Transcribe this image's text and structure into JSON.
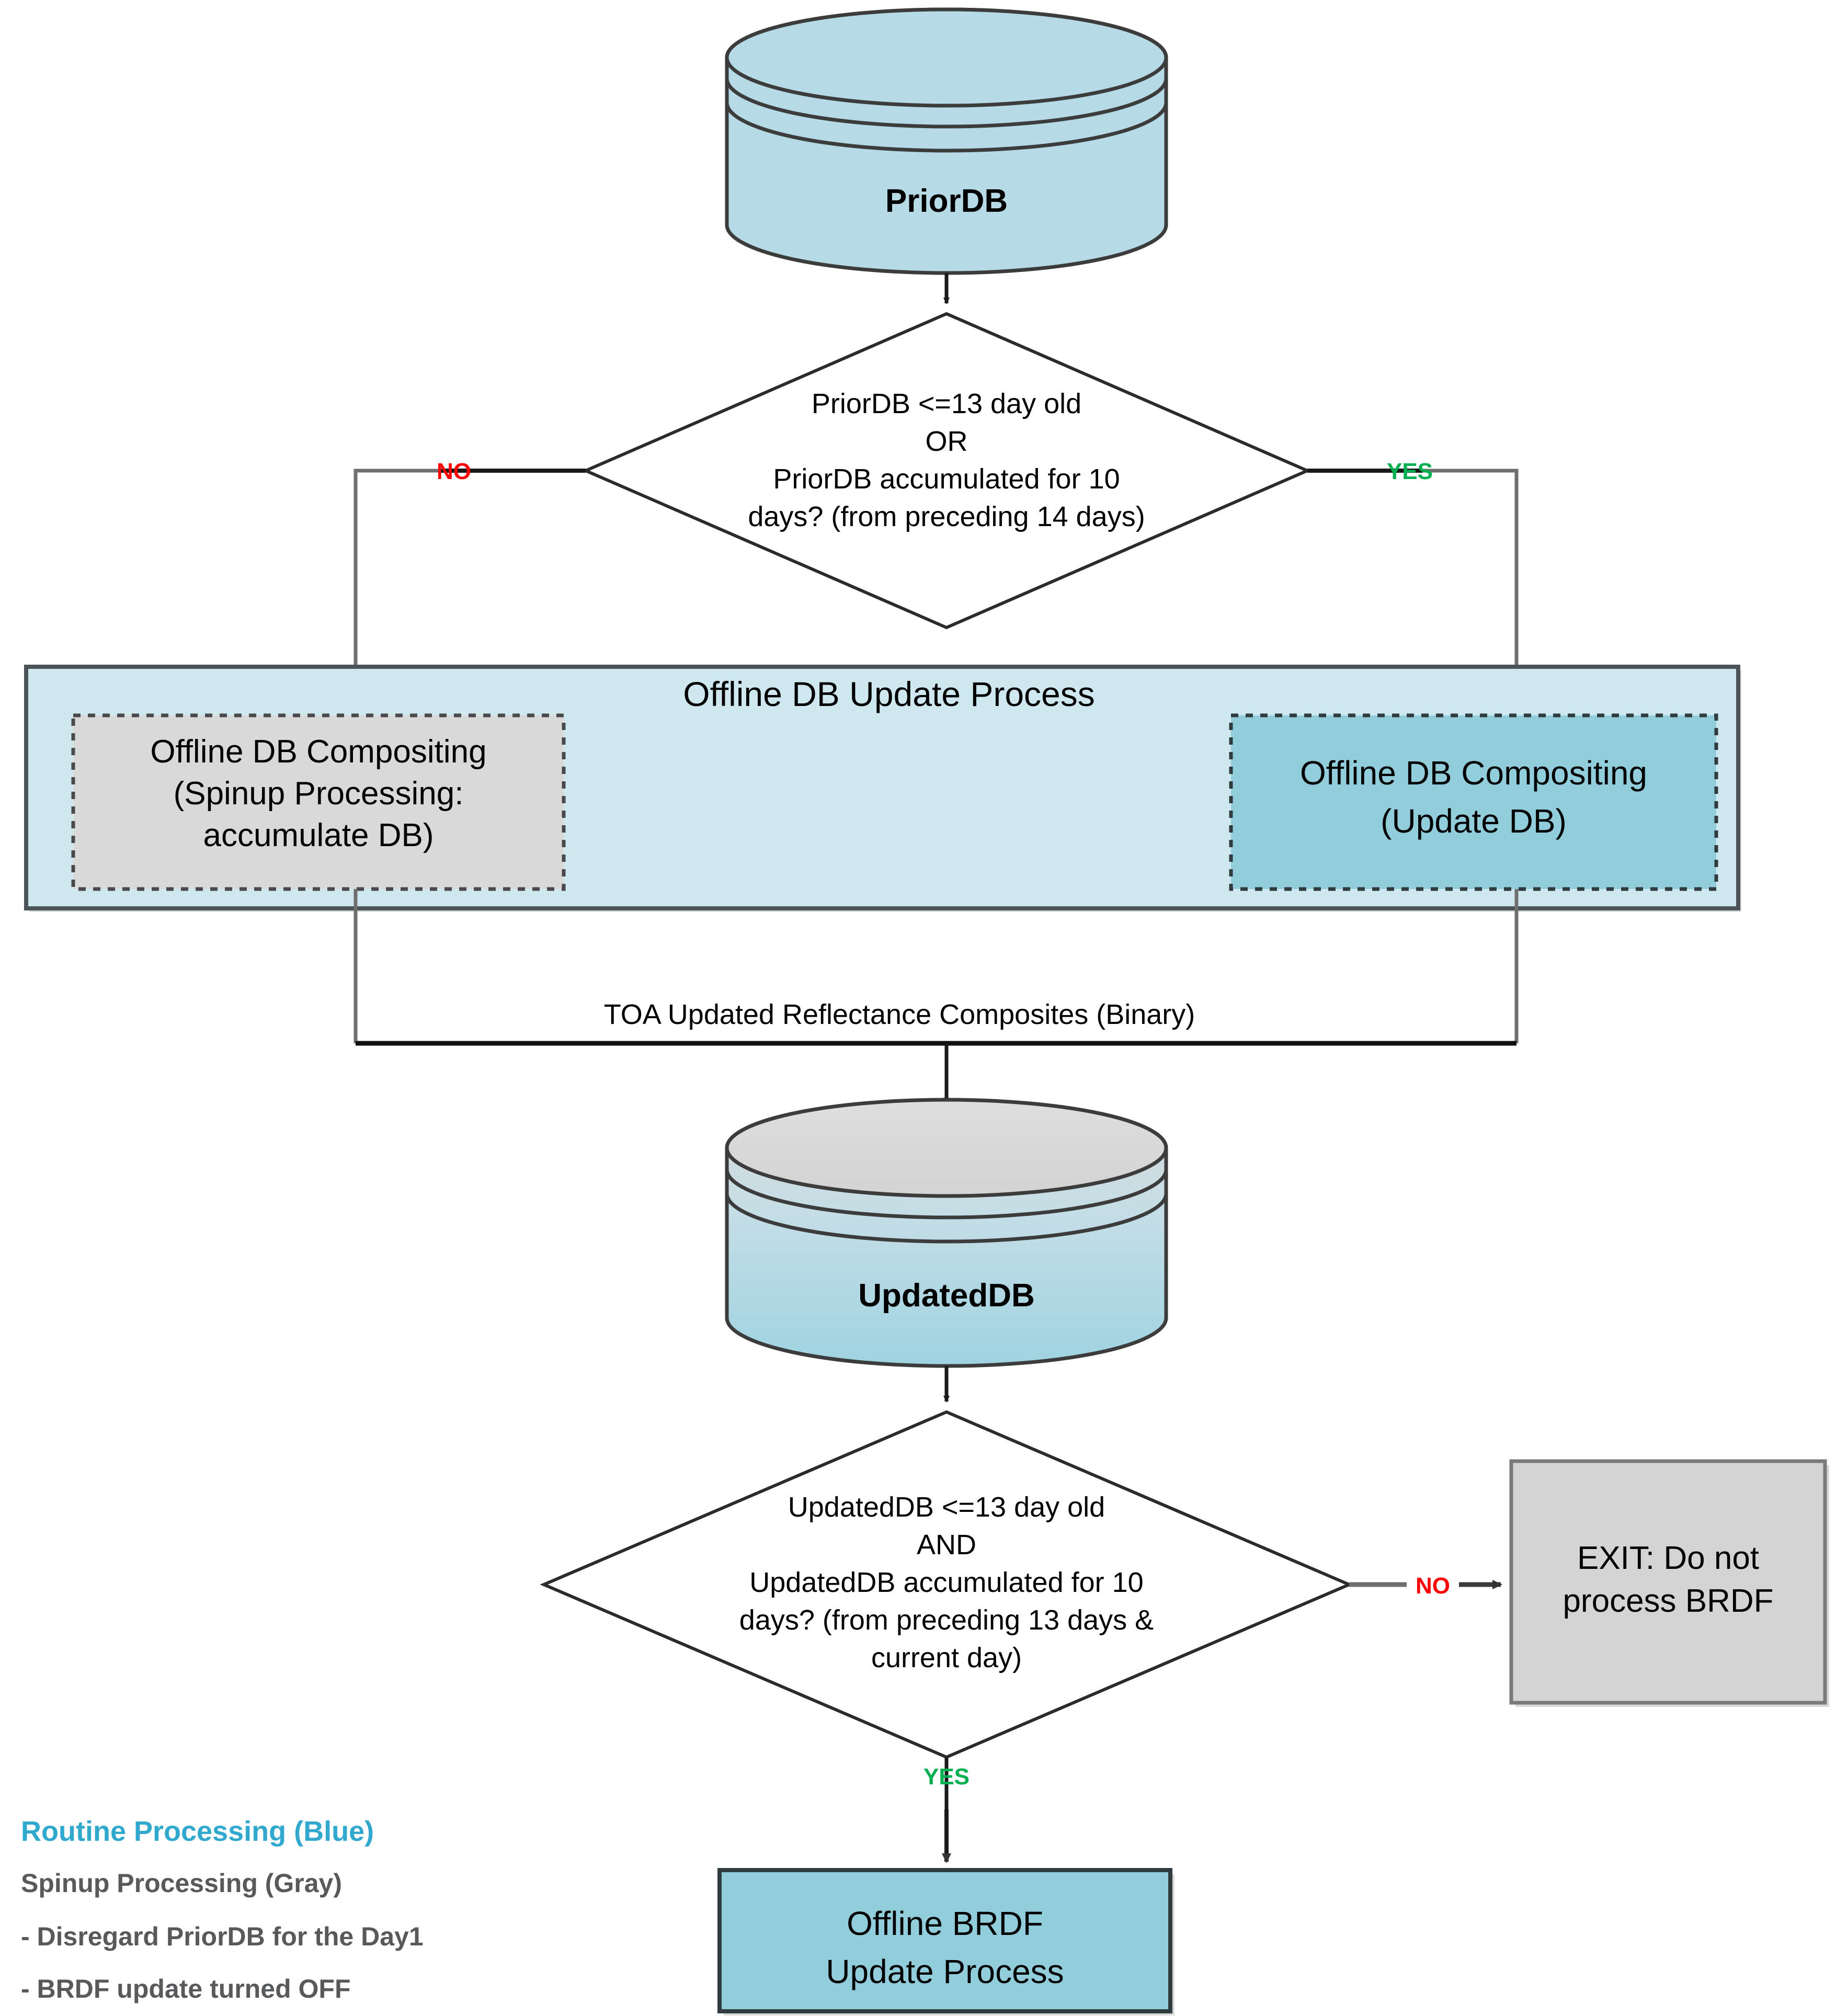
{
  "diagram": {
    "title": "Offline DB Update Process Flowchart",
    "colors": {
      "db_blue": "#b6dbe6",
      "db_gray_top": "#d9d9d9",
      "process_teal": "#92cddc",
      "container_bg": "#cfe7ef",
      "spinup_gray": "#d9d9d9",
      "exit_gray": "#d4d4d4",
      "yes_green": "#00B050",
      "no_red": "#FF0000",
      "legend_blue": "#31A8CE",
      "legend_gray": "#58595B",
      "stroke": "#404040"
    },
    "nodes": {
      "prior_db": {
        "label": "PriorDB",
        "shape": "cylinder"
      },
      "decision_1": {
        "shape": "diamond",
        "lines": [
          "PriorDB <=13 day old",
          "OR",
          "PriorDB accumulated for 10",
          "days? (from preceding 14 days)"
        ]
      },
      "container": {
        "label": "Offline DB Update Process",
        "shape": "group-box"
      },
      "spinup_box": {
        "shape": "dashed-rect",
        "lines": [
          "Offline DB Compositing",
          "(Spinup Processing:",
          "accumulate DB)"
        ]
      },
      "update_box": {
        "shape": "dashed-rect",
        "lines": [
          "Offline DB Compositing",
          "(Update DB)"
        ]
      },
      "updated_db": {
        "label": "UpdatedDB",
        "shape": "cylinder"
      },
      "decision_2": {
        "shape": "diamond",
        "lines": [
          "UpdatedDB <=13 day old",
          "AND",
          "UpdatedDB accumulated for 10",
          "days? (from preceding 13 days &",
          "current day)"
        ]
      },
      "exit_box": {
        "shape": "rect",
        "lines": [
          "EXIT: Do not",
          "process BRDF"
        ]
      },
      "brdf_box": {
        "shape": "rect",
        "lines": [
          "Offline BRDF",
          "Update Process"
        ]
      }
    },
    "edges": {
      "d1_no": "NO",
      "d1_yes": "YES",
      "merge_label": "TOA Updated Reflectance Composites (Binary)",
      "d2_no": "NO",
      "d2_yes": "YES"
    },
    "legend": {
      "lines": [
        "Routine Processing (Blue)",
        "Spinup Processing (Gray)",
        "- Disregard PriorDB for the Day1",
        "- BRDF update turned OFF"
      ]
    }
  }
}
